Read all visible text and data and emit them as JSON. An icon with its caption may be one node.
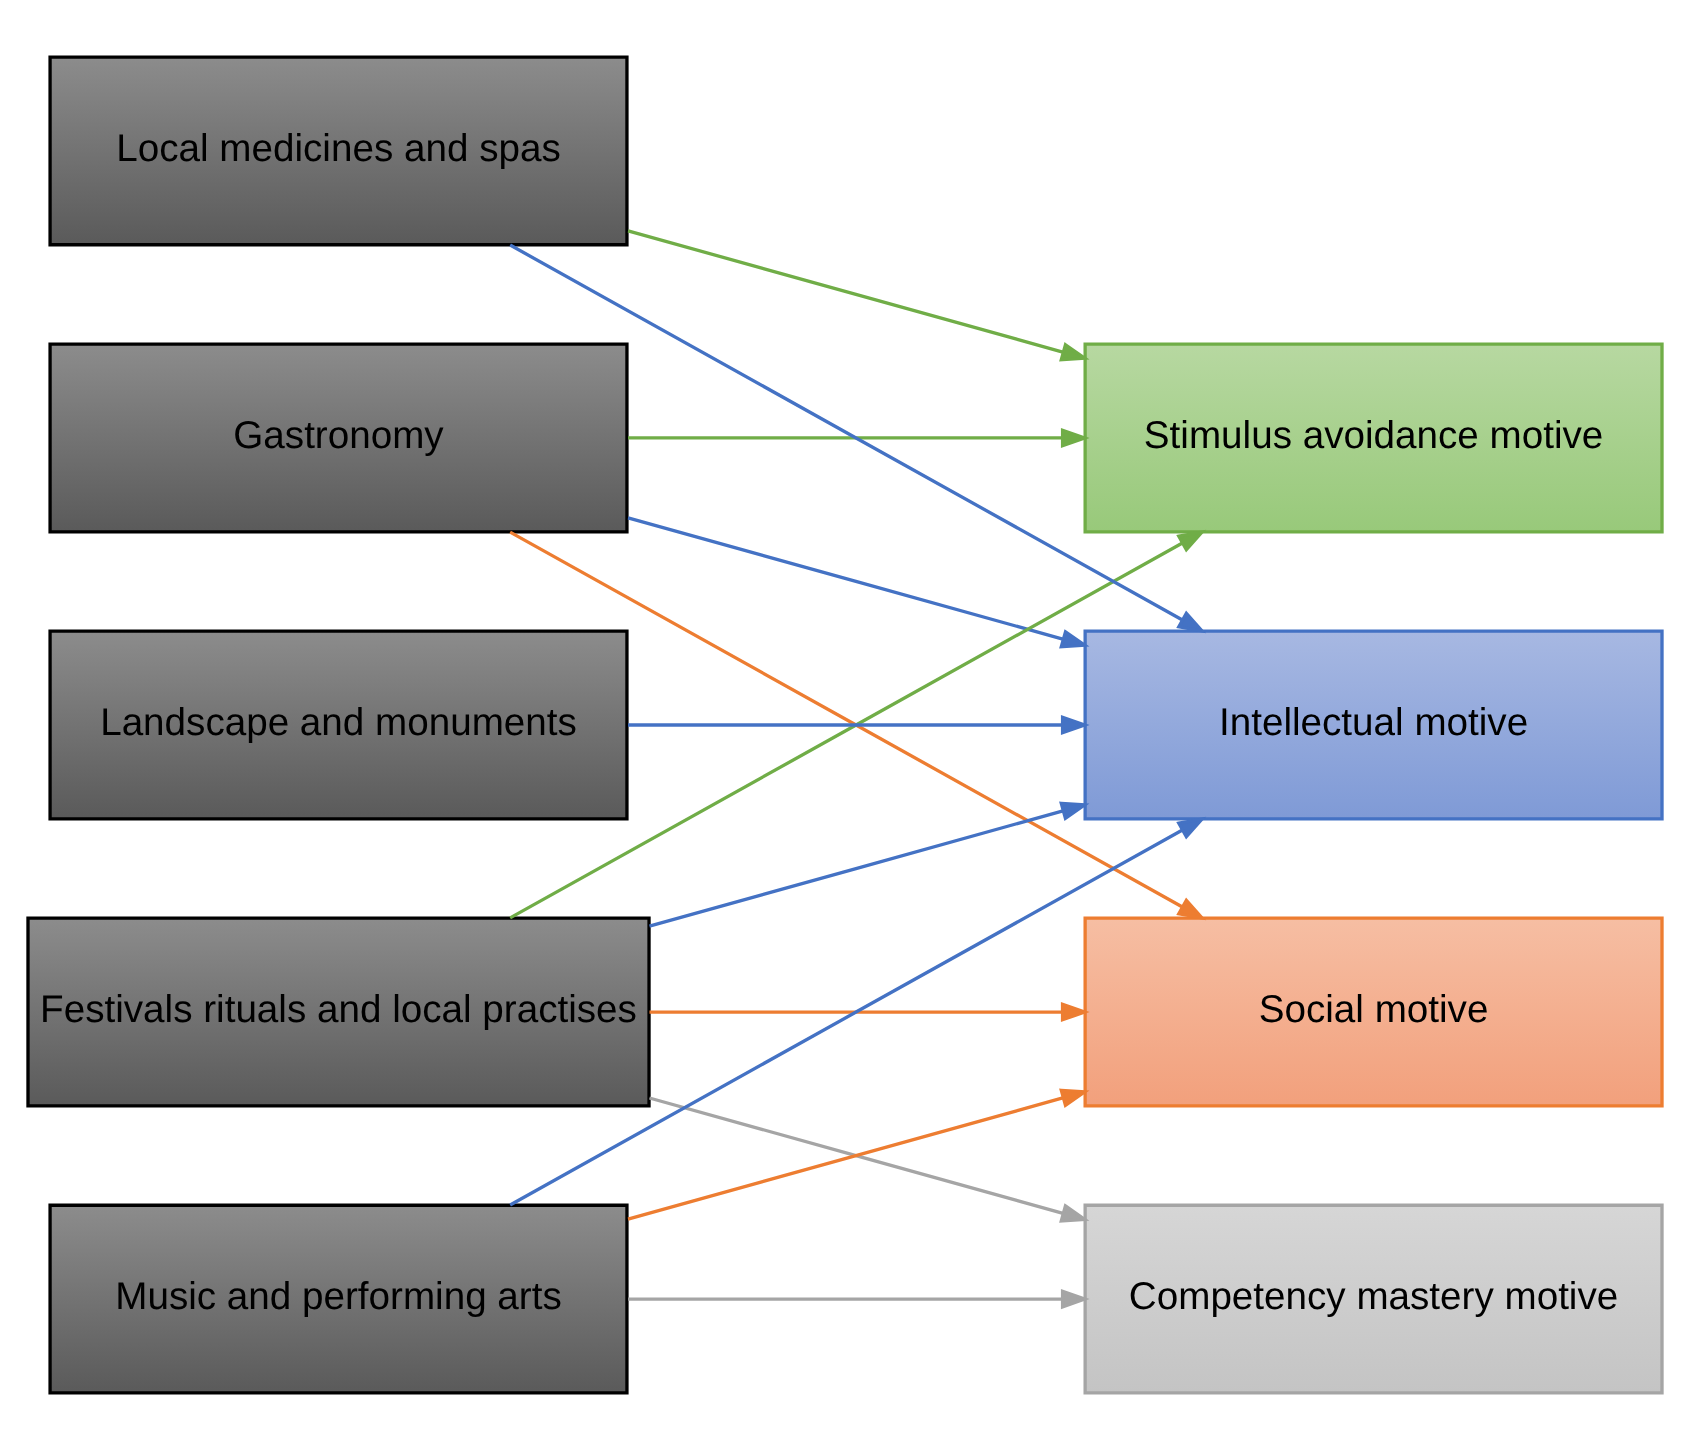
{
  "diagram": {
    "nodes": [
      {
        "text": [
          "Gastronomy"
        ]
      },
      {
        "text": [
          "Festivals rituals and local practises"
        ]
      },
      {
        "text": [
          "Local medicines and spas"
        ]
      },
      {
        "text": [
          "Landscape and monuments"
        ]
      },
      {
        "text": [
          "Music and performing arts"
        ]
      },
      {
        "text": [
          "Intellectual motive"
        ]
      },
      {
        "text": [
          "Social motive"
        ]
      },
      {
        "text": [
          "Stimulus avoidance motive"
        ]
      },
      {
        "text": [
          "Competency mastery motive"
        ]
      }
    ],
    "edges": [
      {
        "from": 0,
        "to": 5,
        "arrow": "to",
        "color": "#4472c4"
      },
      {
        "from": 0,
        "to": 6,
        "arrow": "to",
        "color": "#ed7d31"
      },
      {
        "from": 0,
        "to": 7,
        "arrow": "to",
        "color": "#70ad47"
      },
      {
        "from": 1,
        "to": 5,
        "arrow": "to",
        "color": "#4472c4"
      },
      {
        "from": 1,
        "to": 6,
        "arrow": "to",
        "color": "#ed7d31"
      },
      {
        "from": 1,
        "to": 7,
        "arrow": "to",
        "color": "#70ad47"
      },
      {
        "from": 1,
        "to": 8,
        "arrow": "to",
        "color": "#a5a5a5"
      },
      {
        "from": 2,
        "to": 5,
        "arrow": "to",
        "color": "#4472c4"
      },
      {
        "from": 2,
        "to": 7,
        "arrow": "to",
        "color": "#70ad47"
      },
      {
        "from": 3,
        "to": 5,
        "arrow": "to",
        "color": "#4472c4"
      },
      {
        "from": 4,
        "to": 5,
        "arrow": "to",
        "color": "#4472c4"
      },
      {
        "from": 4,
        "to": 6,
        "arrow": "to",
        "color": "#ed7d31"
      },
      {
        "from": 4,
        "to": 8,
        "arrow": "to",
        "color": "#a5a5a5"
      }
    ]
  }
}
